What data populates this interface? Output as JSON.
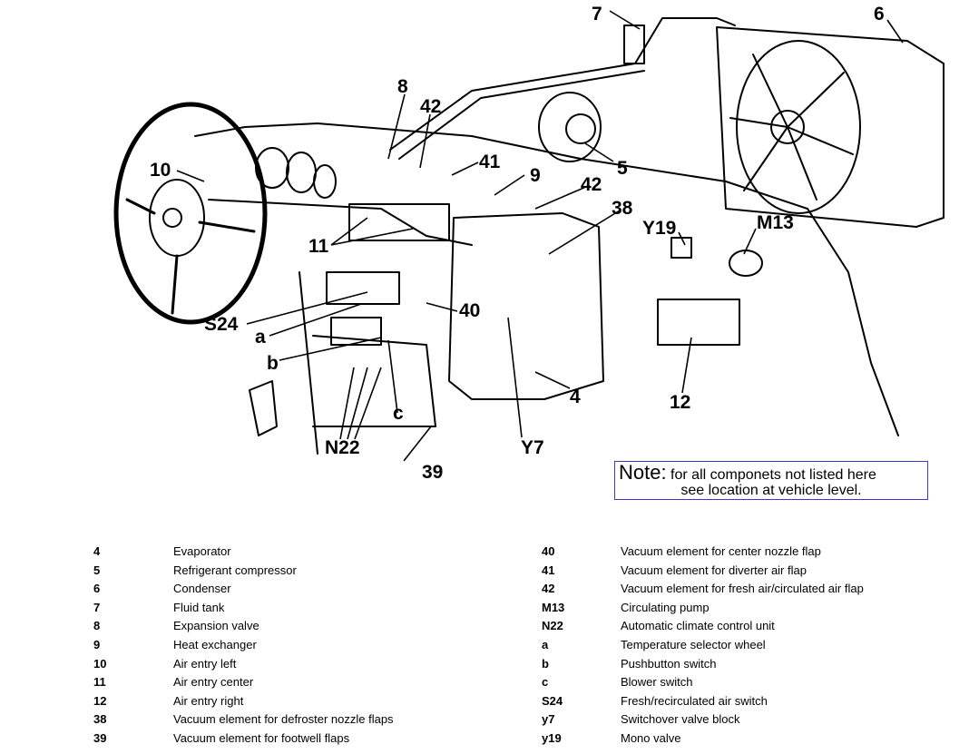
{
  "callouts": {
    "c7": "7",
    "c6": "6",
    "c8": "8",
    "c42a": "42",
    "c5": "5",
    "c41": "41",
    "c9": "9",
    "c42b": "42",
    "c10": "10",
    "c38": "38",
    "y19": "Y19",
    "m13": "M13",
    "c11": "11",
    "s24": "S24",
    "c40": "40",
    "ca": "a",
    "cb": "b",
    "cc": "c",
    "c4": "4",
    "c12": "12",
    "n22": "N22",
    "y7": "Y7",
    "c39": "39"
  },
  "note": {
    "heading": "Note:",
    "line1": "for all componets not listed here",
    "line2": "see location at vehicle level."
  },
  "legend_left": [
    {
      "num": "4",
      "label": "Evaporator"
    },
    {
      "num": "5",
      "label": "Refrigerant compressor"
    },
    {
      "num": "6",
      "label": "Condenser"
    },
    {
      "num": "7",
      "label": "Fluid tank"
    },
    {
      "num": "8",
      "label": "Expansion valve"
    },
    {
      "num": "9",
      "label": "Heat exchanger"
    },
    {
      "num": "10",
      "label": "Air entry left"
    },
    {
      "num": "11",
      "label": "Air entry center"
    },
    {
      "num": "12",
      "label": "Air entry right"
    },
    {
      "num": "38",
      "label": "Vacuum element for defroster nozzle flaps"
    },
    {
      "num": "39",
      "label": "Vacuum element for footwell flaps"
    }
  ],
  "legend_right": [
    {
      "num": "40",
      "label": "Vacuum element for center nozzle flap"
    },
    {
      "num": "41",
      "label": "Vacuum element for diverter air flap"
    },
    {
      "num": "42",
      "label": "Vacuum element for fresh air/circulated air flap"
    },
    {
      "num": "M13",
      "label": "Circulating pump"
    },
    {
      "num": "N22",
      "label": "Automatic climate control unit"
    },
    {
      "num": "a",
      "label": "Temperature selector wheel"
    },
    {
      "num": "b",
      "label": "Pushbutton switch"
    },
    {
      "num": "c",
      "label": "Blower switch"
    },
    {
      "num": "S24",
      "label": "Fresh/recirculated air switch"
    },
    {
      "num": "y7",
      "label": "Switchover valve block"
    },
    {
      "num": "y19",
      "label": "Mono valve"
    }
  ],
  "colors": {
    "note_border": "#3b3bc4",
    "ink": "#000000"
  }
}
